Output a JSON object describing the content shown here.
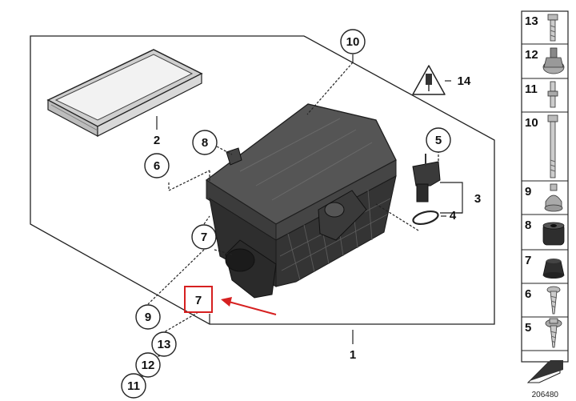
{
  "callouts": {
    "c1": "1",
    "c2": "2",
    "c3": "3",
    "c4": "4",
    "c5": "5",
    "c6": "6",
    "c7a": "7",
    "c7b": "7",
    "c8": "8",
    "c9": "9",
    "c10": "10",
    "c11": "11",
    "c12": "12",
    "c13": "13",
    "c14": "14"
  },
  "side_panel": [
    {
      "label": "13",
      "part": "bolt"
    },
    {
      "label": "12",
      "part": "grommet"
    },
    {
      "label": "11",
      "part": "stud"
    },
    {
      "label": "10",
      "part": "long-bolt"
    },
    {
      "label": "9",
      "part": "rubber-mount"
    },
    {
      "label": "8",
      "part": "bushing"
    },
    {
      "label": "7",
      "part": "rubber-buffer"
    },
    {
      "label": "6",
      "part": "screw"
    },
    {
      "label": "5",
      "part": "flange-screw"
    }
  ],
  "doc_number": "206480",
  "colors": {
    "highlight_box": "#d62020",
    "arrow": "#d62020",
    "part_dark": "#3a3a3a"
  }
}
